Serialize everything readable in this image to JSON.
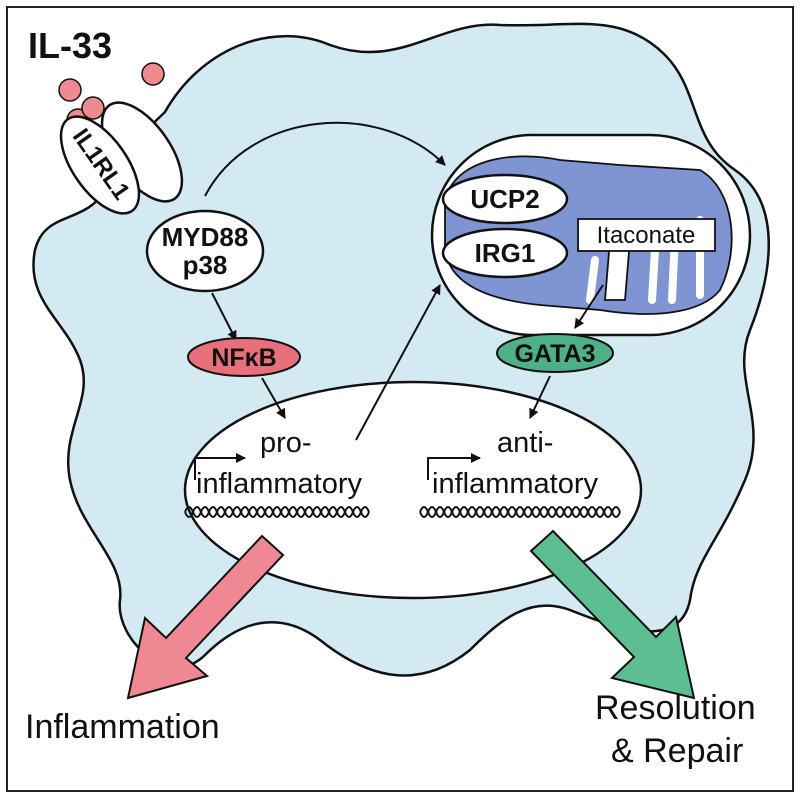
{
  "title": "IL-33",
  "receptor": {
    "label": "IL1RL1"
  },
  "adaptor": {
    "line1": "MYD88",
    "line2": "p38"
  },
  "transcription_factors": {
    "left": "NFκB",
    "right": "GATA3"
  },
  "mitochondrion": {
    "ucp2": "UCP2",
    "irg1": "IRG1",
    "metabolite": "Itaconate"
  },
  "nucleus": {
    "left_line1": "pro-",
    "left_line2": "inflammatory",
    "right_line1": "anti-",
    "right_line2": "inflammatory"
  },
  "outcomes": {
    "left": "Inflammation",
    "right_line1": "Resolution",
    "right_line2": "& Repair"
  },
  "colors": {
    "cell": "#d4eaf3",
    "mito_cristae": "#7f94d2",
    "nfkb": "#e8707b",
    "gata3": "#4fb087",
    "il33_dots": "#ee8b90",
    "inflammation_arrow": "#ef8892",
    "resolution_arrow": "#5dbf91"
  }
}
